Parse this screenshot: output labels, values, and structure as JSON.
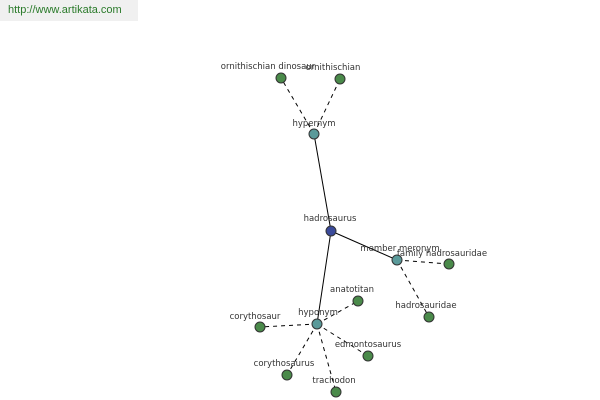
{
  "watermark": "http://www.artikata.com",
  "colors": {
    "root": "#3a4a9a",
    "relation": "#5a9a9a",
    "leaf": "#4a8a4a"
  },
  "nodes": [
    {
      "id": "hadrosaurus",
      "label": "hadrosaurus",
      "kind": "root"
    },
    {
      "id": "hypernym",
      "label": "hypernym",
      "kind": "relation"
    },
    {
      "id": "hyponym",
      "label": "hyponym",
      "kind": "relation"
    },
    {
      "id": "member_meronym",
      "label": "member meronym",
      "kind": "relation"
    },
    {
      "id": "ornithischian_dinosaur",
      "label": "ornithischian dinosaur",
      "kind": "leaf"
    },
    {
      "id": "ornithischian",
      "label": "ornithischian",
      "kind": "leaf"
    },
    {
      "id": "genus_hadrosauridae",
      "label": "family hadrosauridae",
      "kind": "leaf"
    },
    {
      "id": "hadrosauridae",
      "label": "hadrosauridae",
      "kind": "leaf"
    },
    {
      "id": "anatotitan",
      "label": "anatotitan",
      "kind": "leaf"
    },
    {
      "id": "corythosaur",
      "label": "corythosaur",
      "kind": "leaf"
    },
    {
      "id": "edmontosaurus",
      "label": "edmontosaurus",
      "kind": "leaf"
    },
    {
      "id": "corythosaurus",
      "label": "corythosaurus",
      "kind": "leaf"
    },
    {
      "id": "trachodon",
      "label": "trachodon",
      "kind": "leaf"
    }
  ],
  "edges": [
    {
      "from": "hadrosaurus",
      "to": "hypernym",
      "style": "solid"
    },
    {
      "from": "hadrosaurus",
      "to": "hyponym",
      "style": "solid"
    },
    {
      "from": "hadrosaurus",
      "to": "member_meronym",
      "style": "solid"
    },
    {
      "from": "hypernym",
      "to": "ornithischian_dinosaur",
      "style": "dashed"
    },
    {
      "from": "hypernym",
      "to": "ornithischian",
      "style": "dashed"
    },
    {
      "from": "member_meronym",
      "to": "genus_hadrosauridae",
      "style": "dashed"
    },
    {
      "from": "member_meronym",
      "to": "hadrosauridae",
      "style": "dashed"
    },
    {
      "from": "hyponym",
      "to": "anatotitan",
      "style": "dashed"
    },
    {
      "from": "hyponym",
      "to": "corythosaur",
      "style": "dashed"
    },
    {
      "from": "hyponym",
      "to": "edmontosaurus",
      "style": "dashed"
    },
    {
      "from": "hyponym",
      "to": "corythosaurus",
      "style": "dashed"
    },
    {
      "from": "hyponym",
      "to": "trachodon",
      "style": "dashed"
    }
  ]
}
